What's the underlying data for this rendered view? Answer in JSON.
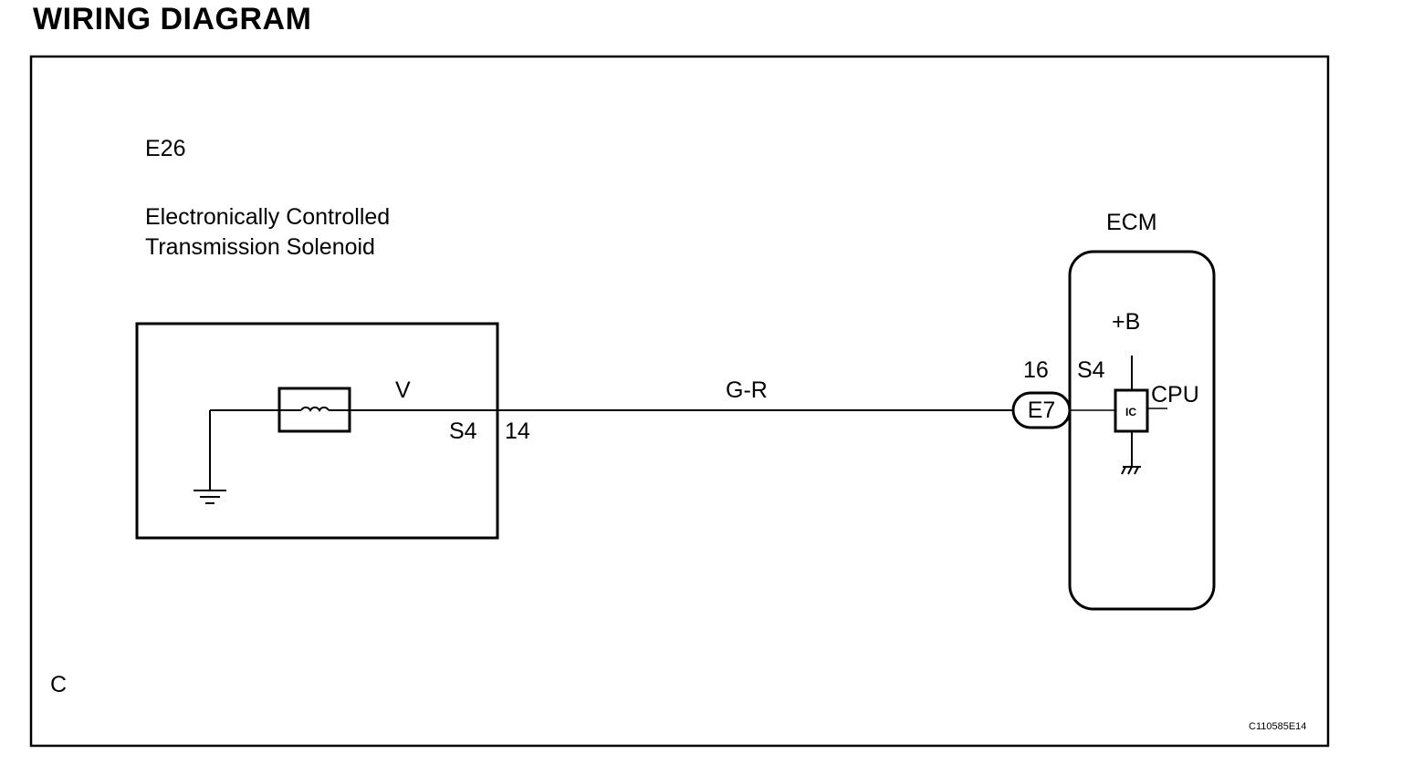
{
  "header": {
    "title": "WIRING DIAGRAM"
  },
  "component_left": {
    "code": "E26",
    "name_line1": "Electronically Controlled",
    "name_line2": "Transmission Solenoid",
    "wire_color": "V",
    "connector": "S4",
    "pin": "14"
  },
  "harness": {
    "wire_color": "G-R"
  },
  "component_right": {
    "name": "ECM",
    "connector_code": "E7",
    "pin": "16",
    "terminal": "S4",
    "supply": "+B",
    "cpu_label": "CPU",
    "ic_label": "IC"
  },
  "corner_label": "C",
  "figure_id": "C110585E14",
  "icons": {
    "solenoid": "solenoid-coil-icon",
    "ground": "ground-icon",
    "chassis_ground": "chassis-ground-icon"
  }
}
